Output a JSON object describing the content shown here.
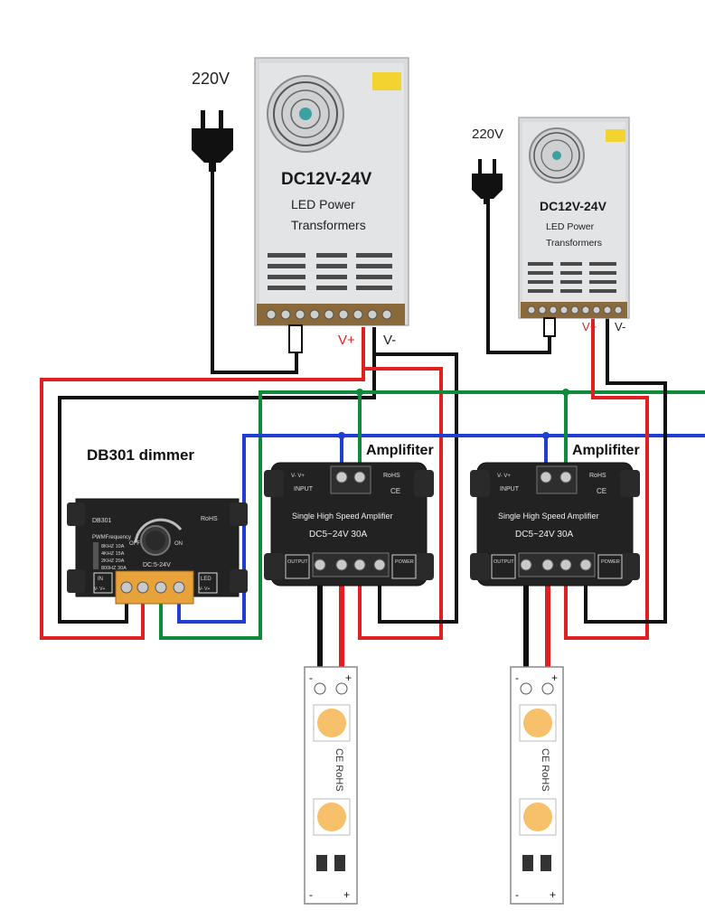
{
  "psu_left": {
    "voltage_in": "220V",
    "title": "DC12V-24V",
    "subtitle_line1": "LED Power",
    "subtitle_line2": "Transformers",
    "terminal_pos": "V+",
    "terminal_neg": "V-"
  },
  "psu_right": {
    "voltage_in": "220V",
    "title": "DC12V-24V",
    "subtitle_line1": "LED Power",
    "subtitle_line2": "Transformers",
    "terminal_pos": "V+",
    "terminal_neg": "V-"
  },
  "dimmer": {
    "heading": "DB301 dimmer",
    "model": "DB301",
    "freq_title": "PWMFrequency",
    "freq_options": [
      "8KHZ 10A",
      "4KHZ 15A",
      "2KHZ 20A",
      "800HZ 30A"
    ],
    "off_label": "OFF",
    "on_label": "ON",
    "voltage": "DC:5-24V",
    "rohs": "RoHS",
    "in_label": "IN",
    "led_label": "LED",
    "pin_neg": "V-",
    "pin_pos": "V+"
  },
  "amp_left": {
    "heading": "Amplifiter",
    "input_label": "INPUT",
    "pin_neg": "V-",
    "pin_pos": "V+",
    "rohs": "RoHS",
    "ce": "CE",
    "name": "Single High Speed Amplifier",
    "rating": "DC5~24V  30A",
    "output_label": "OUTPUT",
    "power_label": "POWER"
  },
  "amp_right": {
    "heading": "Amplifiter",
    "input_label": "INPUT",
    "pin_neg": "V-",
    "pin_pos": "V+",
    "rohs": "RoHS",
    "ce": "CE",
    "name": "Single High Speed Amplifier",
    "rating": "DC5~24V  30A",
    "output_label": "OUTPUT",
    "power_label": "POWER"
  },
  "strip_left": {
    "minus": "-",
    "plus": "+",
    "marking": "CE RoHS"
  },
  "strip_right": {
    "minus": "-",
    "plus": "+",
    "marking": "CE RoHS"
  },
  "colors": {
    "wire_red": "#e0201f",
    "wire_black": "#111111",
    "wire_green": "#0f8a3a",
    "wire_blue": "#1f3fd0",
    "psu_body": "#d9dadc",
    "device_body": "#222222",
    "terminal_orange": "#e8a23a",
    "led_chip": "#f6c16a"
  }
}
